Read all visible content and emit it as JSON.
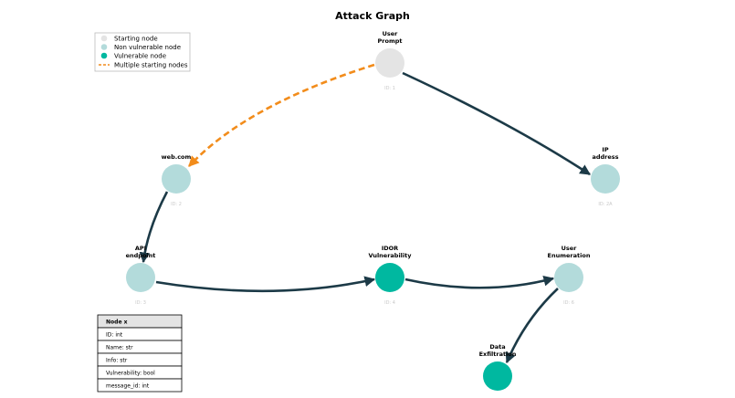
{
  "title": "Attack Graph",
  "colors": {
    "starting": "#e4e4e4",
    "non_vulnerable": "#b3dbdb",
    "vulnerable": "#00b8a0",
    "edge": "#1c3a47",
    "multi_start_edge": "#f28c1b"
  },
  "legend": [
    {
      "label": "Starting node",
      "kind": "starting"
    },
    {
      "label": "Non vulnerable node",
      "kind": "non_vulnerable"
    },
    {
      "label": "Vulnerable node",
      "kind": "vulnerable"
    },
    {
      "label": "Multiple starting nodes",
      "kind": "multi_start"
    }
  ],
  "nodes": [
    {
      "key": "user-prompt",
      "label": [
        "User",
        "Prompt"
      ],
      "id_text": "ID: 1",
      "kind": "starting"
    },
    {
      "key": "ip-address",
      "label": [
        "IP",
        "address"
      ],
      "id_text": "ID: 2A",
      "kind": "non_vulnerable"
    },
    {
      "key": "web-com",
      "label": [
        "web.com"
      ],
      "id_text": "ID: 2",
      "kind": "non_vulnerable"
    },
    {
      "key": "api-endpoint",
      "label": [
        "API",
        "endpoint"
      ],
      "id_text": "ID: 3",
      "kind": "non_vulnerable"
    },
    {
      "key": "idor-vulnerability",
      "label": [
        "IDOR",
        "Vulnerability"
      ],
      "id_text": "ID: 4",
      "kind": "vulnerable"
    },
    {
      "key": "user-enumeration",
      "label": [
        "User",
        "Enumeration"
      ],
      "id_text": "ID: 6",
      "kind": "non_vulnerable"
    },
    {
      "key": "data-exfiltration",
      "label": [
        "Data",
        "Exfiltration"
      ],
      "id_text": "",
      "kind": "vulnerable"
    }
  ],
  "edges": [
    {
      "from": "user-prompt",
      "to": "web-com",
      "style": "multi_start"
    },
    {
      "from": "user-prompt",
      "to": "ip-address",
      "style": "normal"
    },
    {
      "from": "web-com",
      "to": "api-endpoint",
      "style": "normal"
    },
    {
      "from": "api-endpoint",
      "to": "idor-vulnerability",
      "style": "normal"
    },
    {
      "from": "idor-vulnerability",
      "to": "user-enumeration",
      "style": "normal"
    },
    {
      "from": "user-enumeration",
      "to": "data-exfiltration",
      "style": "normal"
    }
  ],
  "schema_table": {
    "header": "Node x",
    "rows": [
      "ID: int",
      "Name: str",
      "Info: str",
      "Vulnerability: bool",
      "message_id: int"
    ]
  }
}
